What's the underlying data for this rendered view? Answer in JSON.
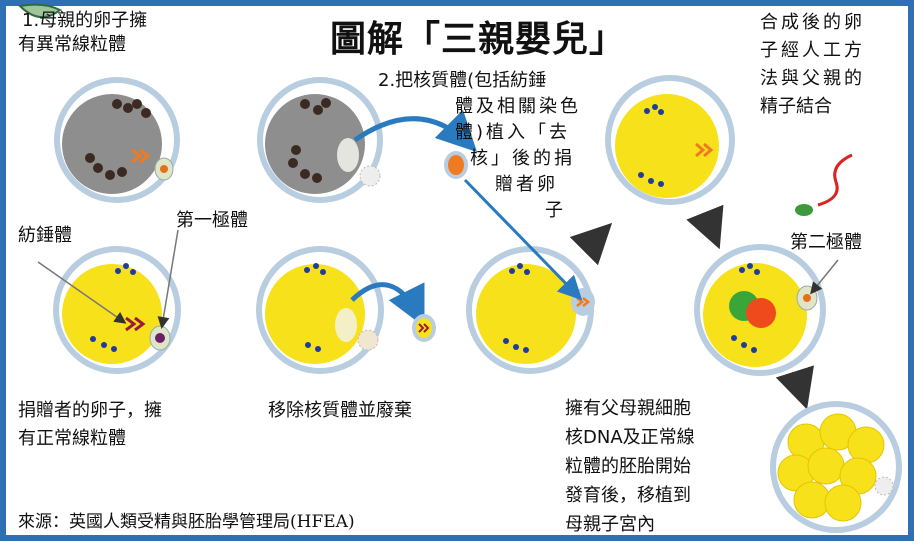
{
  "title": "圖解「三親嬰兒」",
  "steps": {
    "s1_line1": "1.母親的卵子擁",
    "s1_line2": "有異常線粒體",
    "s2_line1": "2.把核質體(包括紡錘",
    "s2_line2": "體及相關染色",
    "s2_line3": "體)植入「去",
    "s2_line4": "核」後的捐",
    "s2_line5": "贈者卵",
    "s2_line6": "子",
    "s3_line1": "合成後的卵",
    "s3_line2": "子經人工方",
    "s3_line3": "法與父親的",
    "s3_line4": "精子結合",
    "donor_line1": "捐贈者的卵子，擁",
    "donor_line2": "有正常線粒體",
    "remove": "移除核質體並廢棄",
    "embryo_line1": "擁有父母親細胞",
    "embryo_line2": "核DNA及正常線",
    "embryo_line3": "粒體的胚胎開始",
    "embryo_line4": "發育後，移植到",
    "embryo_line5": "母親子宮內"
  },
  "labels": {
    "spindle": "紡錘體",
    "first_polar_body": "第一極體",
    "second_polar_body": "第二極體"
  },
  "source": "來源：英國人類受精與胚胎學管理局(HFEA)",
  "colors": {
    "border": "#2f6fb3",
    "cell_ring": "#b8cde0",
    "yellow_cytoplasm": "#f7e11a",
    "grey_cytoplasm": "#8e8e8e",
    "arrow_blue": "#2a7ac0"
  }
}
